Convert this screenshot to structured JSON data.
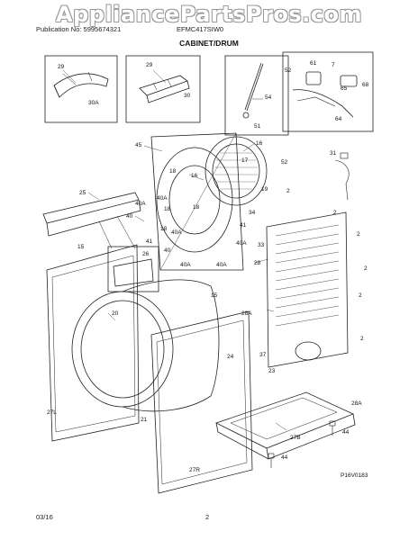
{
  "watermark": "AppliancePartsPros.com",
  "header": {
    "publication": "Publication No: 5995674321",
    "model": "EFMC417SIW0",
    "section_title": "CABINET/DRUM"
  },
  "diagram_code": "P16V0183",
  "footer": {
    "date": "03/16",
    "page": "2"
  },
  "callouts": {
    "c29a": "29",
    "c30a": "30A",
    "c29b": "29",
    "c30b": "30",
    "c54": "54",
    "c51": "51",
    "c52a": "52",
    "c61": "61",
    "c7": "7",
    "c65": "65",
    "c68": "68",
    "c64": "64",
    "c45": "45",
    "c16": "16",
    "c17": "17",
    "c18a": "18",
    "c16b": "16",
    "c18b": "18",
    "c18c": "18",
    "c52b": "52",
    "c19": "19",
    "c31": "31",
    "c25": "25",
    "c40Aa": "40A",
    "c40Ab": "40A",
    "c40a": "40",
    "c18d": "18",
    "c40Ac": "40A",
    "c41a": "41",
    "c40b": "40",
    "c40Ad": "40A",
    "c40Ae": "40A",
    "c34": "34",
    "c41b": "41",
    "c40Af": "40A",
    "c33": "33",
    "c2a": "2",
    "c2b": "2",
    "c2c": "2",
    "c2d": "2",
    "c2e": "2",
    "c2f": "2",
    "c15a": "15",
    "c26": "26",
    "c15b": "15",
    "c20": "20",
    "c28": "28",
    "c28A": "28A",
    "c24": "24",
    "c37": "37",
    "c23": "23",
    "c27L": "27L",
    "c21": "21",
    "c27R": "27R",
    "c27B": "27B",
    "c44a": "44",
    "c44b": "44",
    "c28Ab": "28A"
  }
}
